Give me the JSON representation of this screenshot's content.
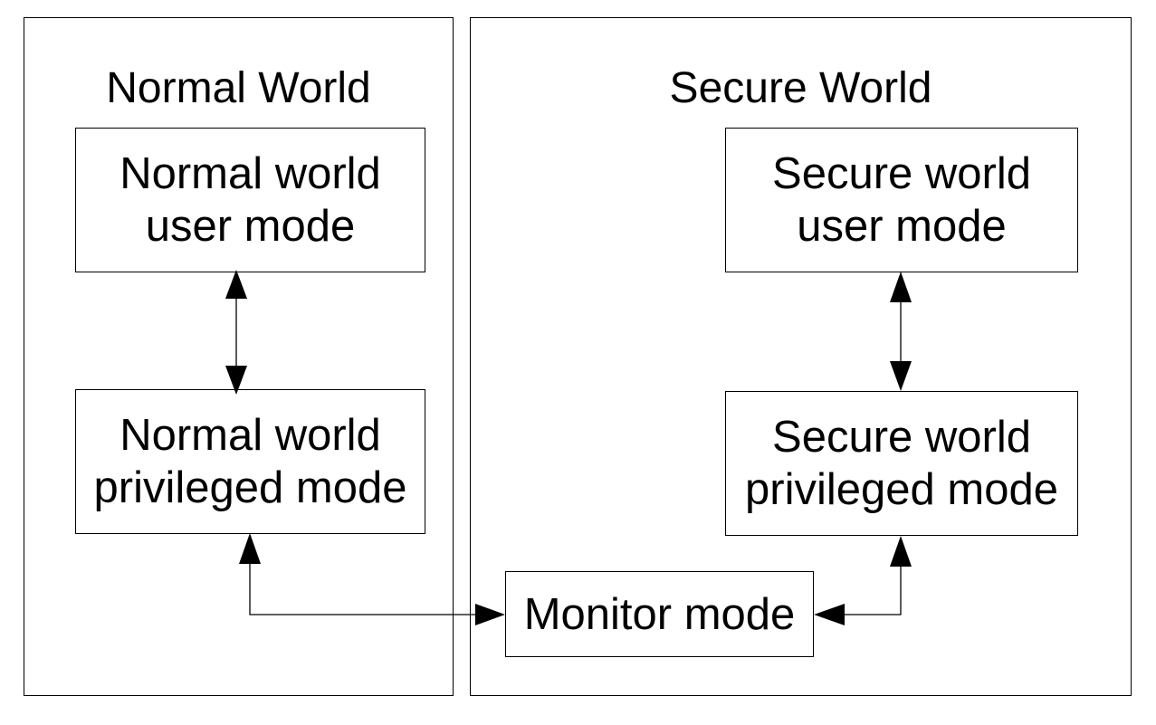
{
  "normal_world": {
    "title": "Normal World",
    "user_mode": {
      "line1": "Normal world",
      "line2": "user mode"
    },
    "privileged_mode": {
      "line1": "Normal world",
      "line2": "privileged mode"
    }
  },
  "secure_world": {
    "title": "Secure World",
    "user_mode": {
      "line1": "Secure world",
      "line2": "user mode"
    },
    "privileged_mode": {
      "line1": "Secure world",
      "line2": "privileged mode"
    }
  },
  "monitor": {
    "label": "Monitor mode"
  },
  "colors": {
    "line": "#000000",
    "background": "#ffffff"
  }
}
